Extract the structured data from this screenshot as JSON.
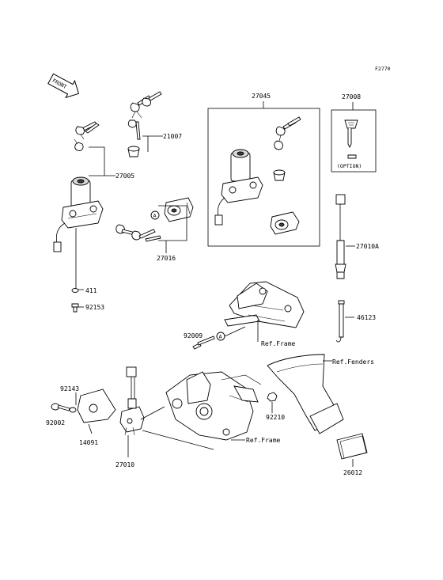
{
  "figure_code": "F2770",
  "front_label": "FRONT",
  "parts": {
    "p27045": "27045",
    "p27008": "27008",
    "p21007": "21007",
    "p27005": "27005",
    "p27016": "27016",
    "p27010A": "27010A",
    "p411": "411",
    "p92153": "92153",
    "p46123": "46123",
    "p92009": "92009",
    "p92143": "92143",
    "p92002": "92002",
    "p14091": "14091",
    "p27010": "27010",
    "p92210": "92210",
    "p26012": "26012"
  },
  "option_label": "(OPTION)",
  "ref_frame_1": "Ref.Frame",
  "ref_frame_2": "Ref.Frame",
  "ref_fenders": "Ref.Fenders",
  "callout_a1": "A",
  "callout_a2": "A"
}
